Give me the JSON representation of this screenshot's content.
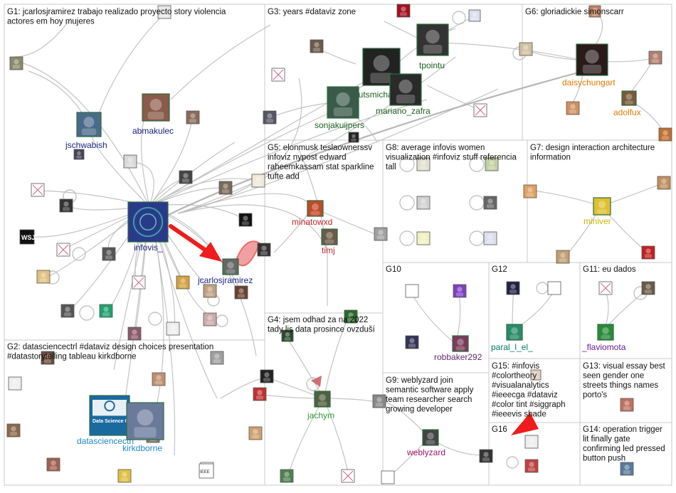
{
  "groups": [
    {
      "id": "G1",
      "title_lines": [
        "G1: jcarlosjramirez trabajo realizado proyecto story violencia",
        "actores em hoy mujeres"
      ]
    },
    {
      "id": "G2",
      "title_lines": [
        "G2: datasciencectrl #dataviz design choices presentation",
        "#datastorytelling tableau kirkdborne"
      ]
    },
    {
      "id": "G3",
      "title_lines": [
        "G3: years #dataviz zone"
      ]
    },
    {
      "id": "G4",
      "title_lines": [
        "G4: jsem odhad za na 2022",
        "tady lis data prosince ovzduší"
      ]
    },
    {
      "id": "G5",
      "title_lines": [
        "G5: elonmusk teslaownerssv",
        "infoviz nypost edward",
        "raheemkassam stat sparkline",
        "tufte add"
      ]
    },
    {
      "id": "G6",
      "title_lines": [
        "G6: gloriadickie simonscarr"
      ]
    },
    {
      "id": "G7",
      "title_lines": [
        "G7: design interaction architecture",
        "information"
      ]
    },
    {
      "id": "G8",
      "title_lines": [
        "G8: average infovis women",
        "visualization #infoviz stuff referencia",
        "tall"
      ]
    },
    {
      "id": "G9",
      "title_lines": [
        "G9: weblyzard join",
        "semantic software apply",
        "team researcher search",
        "growing developer"
      ]
    },
    {
      "id": "G10",
      "title_lines": [
        "G10"
      ]
    },
    {
      "id": "G11",
      "title_lines": [
        "G11: eu dados"
      ]
    },
    {
      "id": "G12",
      "title_lines": [
        "G12"
      ]
    },
    {
      "id": "G13",
      "title_lines": [
        "G13: visual essay best",
        "seen gender one",
        "streets things names",
        "porto's"
      ]
    },
    {
      "id": "G14",
      "title_lines": [
        "G14: operation trigger",
        "lit finally gate",
        "confirming led pressed",
        "button push"
      ]
    },
    {
      "id": "G15",
      "title_lines": [
        "G15: #infovis",
        "#colortheory",
        "#visualanalytics",
        "#ieeecga #dataviz",
        "#color tint #siggraph",
        "#ieeevis shade"
      ]
    },
    {
      "id": "G16",
      "title_lines": [
        "G16"
      ]
    }
  ],
  "labeled_nodes": [
    {
      "id": "infovis_",
      "label": "infovis_",
      "group": "G1",
      "color": "#1a237e"
    },
    {
      "id": "jcarlosjramirez",
      "label": "jcarlosjramirez",
      "group": "G1",
      "color": "#1a237e"
    },
    {
      "id": "jschwabish",
      "label": "jschwabish",
      "group": "G1",
      "color": "#1a237e"
    },
    {
      "id": "abmakulec",
      "label": "abmakulec",
      "group": "G1",
      "color": "#1a237e"
    },
    {
      "id": "datasciencectrl",
      "label": "datasciencectrl",
      "group": "G2",
      "color": "#1e88c8"
    },
    {
      "id": "kirkdborne",
      "label": "kirkdborne",
      "group": "G2",
      "color": "#1e88c8"
    },
    {
      "id": "tpointu",
      "label": "tpointu",
      "group": "G3",
      "color": "#1b5e20"
    },
    {
      "id": "reutsmichael1",
      "label": "reutsmichael1",
      "group": "G3",
      "color": "#1b5e20"
    },
    {
      "id": "mariano_zafra",
      "label": "mariano_zafra",
      "group": "G3",
      "color": "#1b5e20"
    },
    {
      "id": "sonjakuijpers",
      "label": "sonjakuijpers",
      "group": "G3",
      "color": "#1b5e20"
    },
    {
      "id": "jachym",
      "label": "jachym",
      "group": "G4",
      "color": "#2e9e2e"
    },
    {
      "id": "minatowxd",
      "label": "minatowxd",
      "group": "G5",
      "color": "#c62828"
    },
    {
      "id": "timj",
      "label": "timj",
      "group": "G5",
      "color": "#c62828"
    },
    {
      "id": "daisychungart",
      "label": "daisychungart",
      "group": "G6",
      "color": "#e07b00"
    },
    {
      "id": "adolfux",
      "label": "adolfux",
      "group": "G6",
      "color": "#e07b00"
    },
    {
      "id": "miniver",
      "label": "miniver",
      "group": "G7",
      "color": "#c9b800"
    },
    {
      "id": "weblyzard",
      "label": "weblyzard",
      "group": "G9",
      "color": "#a0136b"
    },
    {
      "id": "robbaker292",
      "label": "robbaker292",
      "group": "G10",
      "color": "#5d2a70"
    },
    {
      "id": "flaviomota",
      "label": "_flaviomota",
      "group": "G11",
      "color": "#6a1b9a"
    },
    {
      "id": "paral_l_el_",
      "label": "paral_l_el_",
      "group": "G12",
      "color": "#00796b"
    }
  ],
  "logos": {
    "wsj": "WSJ",
    "ieee": "IEEE",
    "ds_central": "Data Science Central"
  },
  "colors": {
    "edge": "#bdbdbd",
    "arrow_red": "#ee1c1c",
    "box_border": "#c8c8c8"
  }
}
